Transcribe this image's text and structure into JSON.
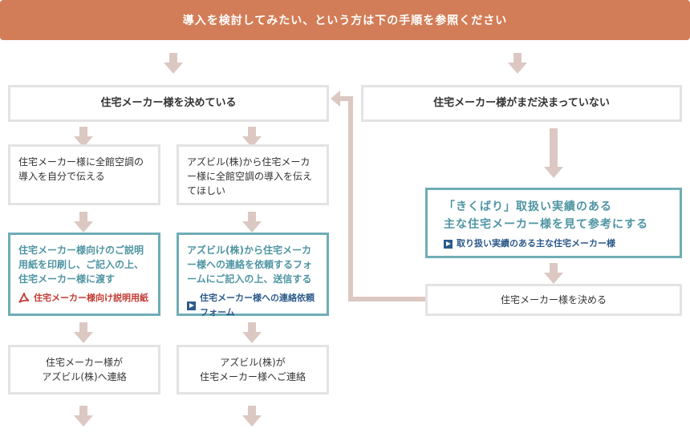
{
  "banner": {
    "text": "導入を検討してみたい、という方は下の手順を参照ください"
  },
  "left": {
    "header": "住宅メーカー様を決めている",
    "col1": {
      "step1": "住宅メーカー様に全館空調の導入を自分で伝える",
      "step2": "住宅メーカー様向けのご説明用紙を印刷し、ご記入の上、住宅メーカー様に渡す",
      "step2_link": "住宅メーカー様向け説明用紙",
      "step3_line1": "住宅メーカー様が",
      "step3_line2": "アズビル(株)へ連絡"
    },
    "col2": {
      "step1": "アズビル(株)から住宅メーカー様に全館空調の導入を伝えてほしい",
      "step2": "アズビル(株)から住宅メーカー様への連絡を依頼するフォームにご記入の上、送信する",
      "step2_link": "住宅メーカー様への連絡依頼フォーム",
      "step3_line1": "アズビル(株)が",
      "step3_line2": "住宅メーカー様へご連絡"
    }
  },
  "right": {
    "header": "住宅メーカー様がまだ決まっていない",
    "feature_line1": "「きくばり」取扱い実績のある",
    "feature_line2": "主な住宅メーカー様を見て参考にする",
    "feature_link": "取り扱い実績のある主な住宅メーカー様",
    "decide": "住宅メーカー様を決める"
  },
  "colors": {
    "banner": "#d27d57",
    "teal": "#6fadb6",
    "arrow": "#dcc8c2",
    "link": "#2c5a8a",
    "pdf": "#c23b33"
  }
}
